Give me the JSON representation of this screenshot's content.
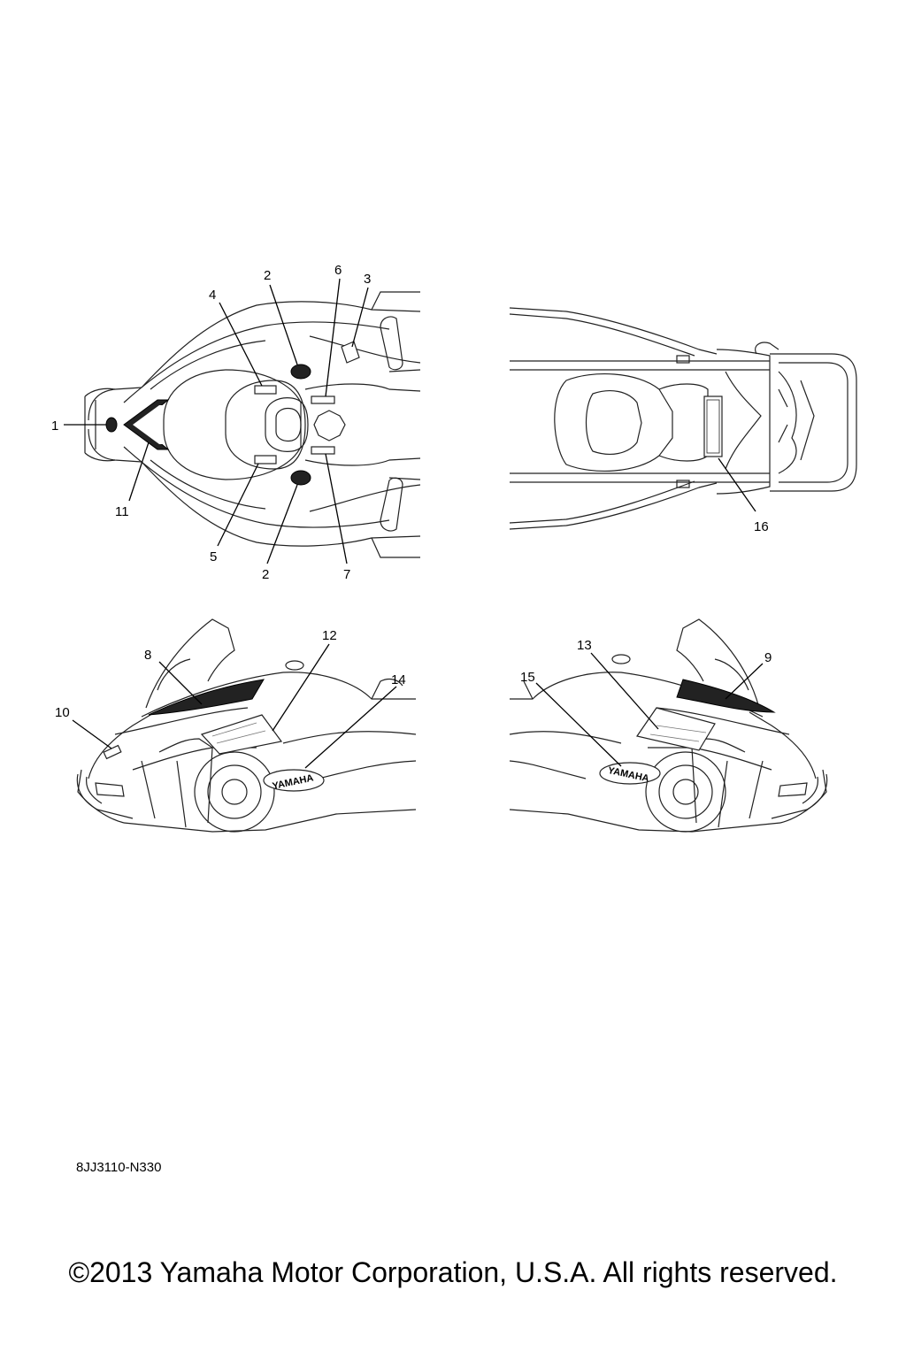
{
  "diagram": {
    "callouts": [
      "1",
      "2",
      "3",
      "4",
      "5",
      "6",
      "7",
      "8",
      "9",
      "10",
      "11",
      "12",
      "13",
      "14",
      "15",
      "16"
    ],
    "callout_2_lower": "2",
    "decal_text": "YAMAHA"
  },
  "footer": {
    "part_code": "8JJ3110-N330",
    "copyright": "©2013 Yamaha Motor Corporation, U.S.A. All rights reserved."
  }
}
